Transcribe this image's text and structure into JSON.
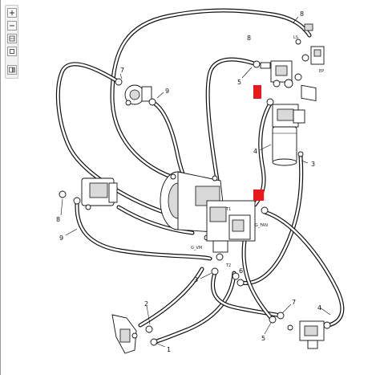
{
  "toolbar": {
    "buttons": [
      {
        "name": "zoom-in",
        "icon": "plus-icon"
      },
      {
        "name": "zoom-out",
        "icon": "minus-icon"
      },
      {
        "name": "fit",
        "icon": "fit-icon"
      },
      {
        "name": "reset",
        "icon": "square-icon"
      },
      {
        "name": "export",
        "icon": "export-icon"
      }
    ]
  },
  "colors": {
    "highlight": "#e8191c",
    "line": "#111111",
    "shade": "#d9d9d9"
  },
  "diagram": {
    "callouts": {
      "c1": "1",
      "c2": "2",
      "c3a": "3",
      "c3b": "3",
      "c4a": "4",
      "c4b": "4",
      "c5a": "5",
      "c5b": "5",
      "c6": "6",
      "c7a": "7",
      "c7b": "7",
      "c8a": "8",
      "c8b": "8",
      "c8c": "8",
      "c9a": "9",
      "c9b": "9"
    },
    "port_labels": {
      "p_ep": "EP",
      "p_ls": "LS",
      "p_t1": "T1",
      "p_t2": "T2",
      "p_gvm": "G_VM",
      "p_gfan": "G_FAN"
    },
    "highlight_tags": {
      "upper": "",
      "lower": ""
    }
  }
}
